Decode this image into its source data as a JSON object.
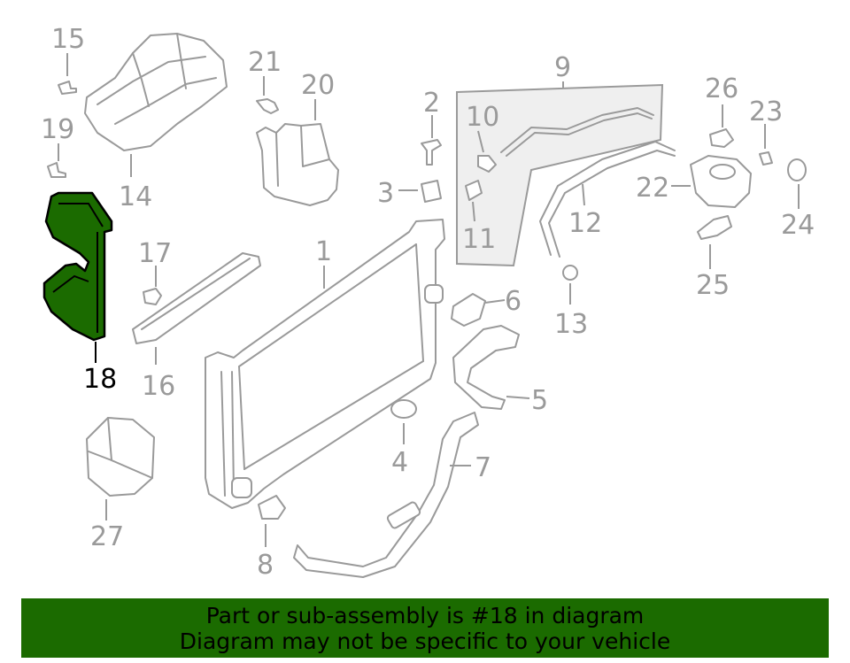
{
  "diagram": {
    "highlight_color": "#1b6b00",
    "callouts": {
      "c1": "1",
      "c2": "2",
      "c3": "3",
      "c4": "4",
      "c5": "5",
      "c6": "6",
      "c7": "7",
      "c8": "8",
      "c9": "9",
      "c10": "10",
      "c11": "11",
      "c12": "12",
      "c13": "13",
      "c14": "14",
      "c15": "15",
      "c16": "16",
      "c17": "17",
      "c18": "18",
      "c19": "19",
      "c20": "20",
      "c21": "21",
      "c22": "22",
      "c23": "23",
      "c24": "24",
      "c25": "25",
      "c26": "26",
      "c27": "27"
    }
  },
  "banner": {
    "line1": "Part or sub-assembly is #18 in diagram",
    "line2": "Diagram may not be specific to your vehicle",
    "background": "#1b6b00"
  }
}
